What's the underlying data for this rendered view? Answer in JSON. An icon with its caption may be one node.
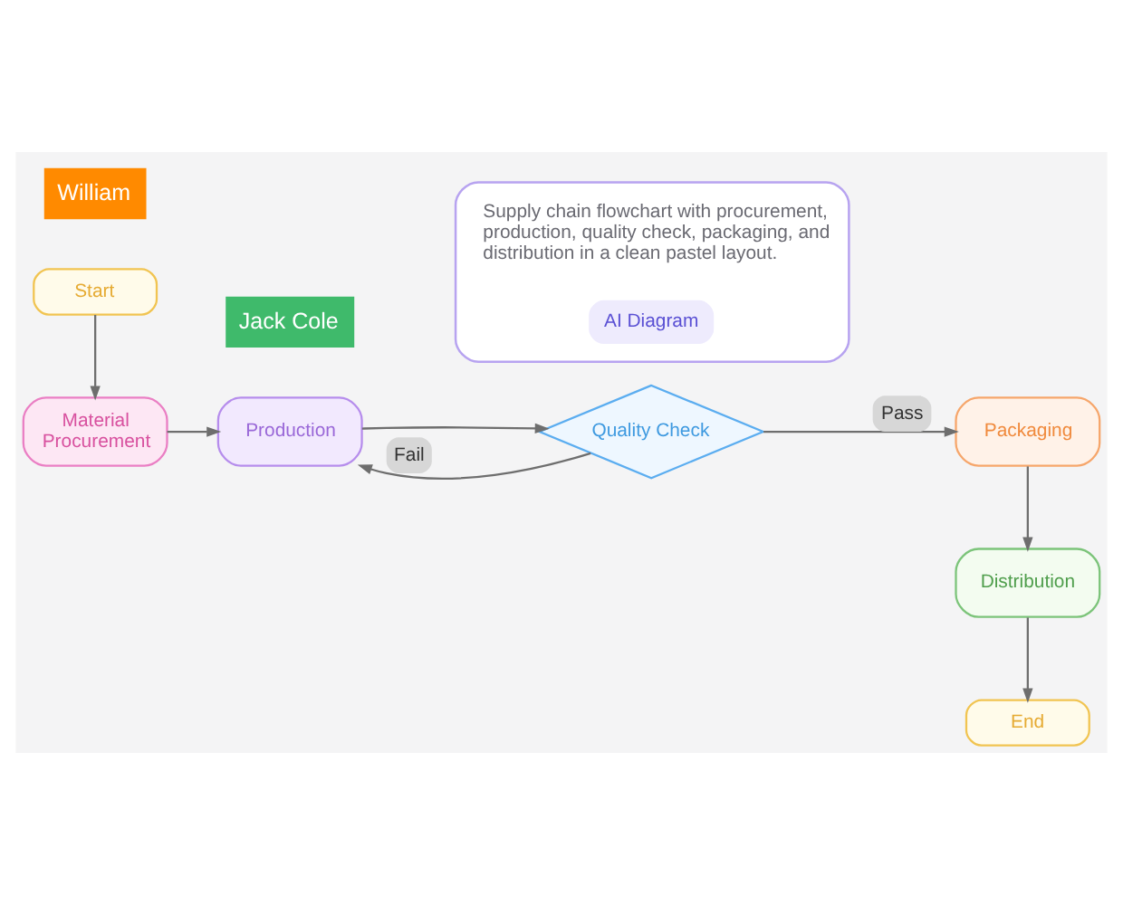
{
  "diagram": {
    "nodes": [
      {
        "text": [
          "Start"
        ]
      },
      {
        "text": [
          "Material Procurement"
        ]
      },
      {
        "text": [
          "Production"
        ]
      },
      {
        "text": [
          "Quality Check"
        ]
      },
      {
        "text": [
          "Packaging"
        ]
      },
      {
        "text": [
          "Distribution"
        ]
      },
      {
        "text": [
          "End"
        ]
      },
      {
        "text": [
          "Supply chain flowchart with procurement, production, quality check, packaging, and distribution in a clean pastel layout."
        ]
      },
      {
        "text": [
          "AI Diagram"
        ],
        "in": 7
      }
    ],
    "edges": [
      {
        "from": 0,
        "to": 1,
        "arrow": "to"
      },
      {
        "from": 1,
        "to": 2,
        "arrow": "to"
      },
      {
        "from": 2,
        "to": 3,
        "arrow": "to"
      },
      {
        "from": 3,
        "to": 4,
        "arrow": "to",
        "label": "Pass"
      },
      {
        "from": 3,
        "to": 2,
        "arrow": "to",
        "label": "Fail"
      },
      {
        "from": 4,
        "to": 5,
        "arrow": "to"
      },
      {
        "from": 5,
        "to": 6,
        "arrow": "to"
      }
    ],
    "labels": [
      "Jack Cole",
      "William"
    ]
  }
}
